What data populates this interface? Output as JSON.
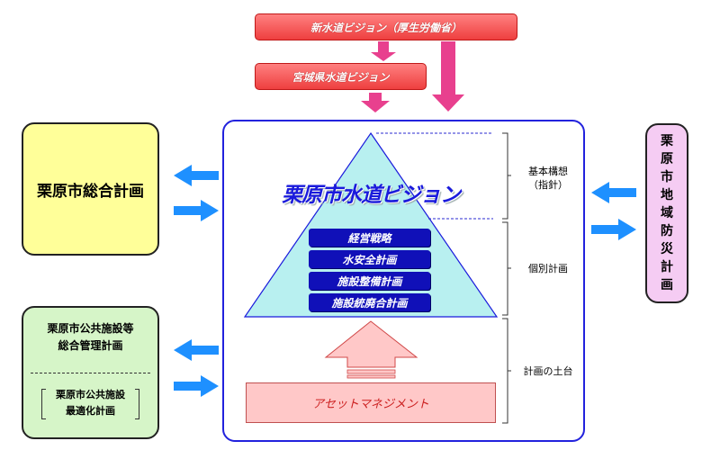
{
  "top_boxes": {
    "national": "新水道ビジョン（厚生労働省）",
    "prefecture": "宮城県水道ビジョン"
  },
  "left_boxes": {
    "general_plan": "栗原市総合計画",
    "facility_mgmt_line1": "栗原市公共施設等",
    "facility_mgmt_line2": "総合管理計画",
    "optimization_line1": "栗原市公共施設",
    "optimization_line2": "最適化計画"
  },
  "right_box": {
    "chars": [
      "栗",
      "原",
      "市",
      "地",
      "域",
      "防",
      "災",
      "計",
      "画"
    ]
  },
  "pyramid": {
    "title": "栗原市水道ビジョン",
    "items": [
      "経営戦略",
      "水安全計画",
      "施設整備計画",
      "施設統廃合計画"
    ]
  },
  "foundation": {
    "label": "アセットマネジメント"
  },
  "side_labels": {
    "basic_line1": "基本構想",
    "basic_line2": "（指針）",
    "individual": "個別計画",
    "foundation": "計画の土台"
  },
  "colors": {
    "main_frame": "#2222dd",
    "top_box": "#ee3f3f",
    "arrow_pink": "#e8408e",
    "arrow_blue": "#1e90ff",
    "pyramid_fill": "#b8f0f0",
    "pill_fill": "#1010b8",
    "general_plan_fill": "#ffff99",
    "facility_fill": "#d6f5c8",
    "disaster_fill": "#f5ccf3",
    "asset_fill": "#ffc8c8"
  }
}
